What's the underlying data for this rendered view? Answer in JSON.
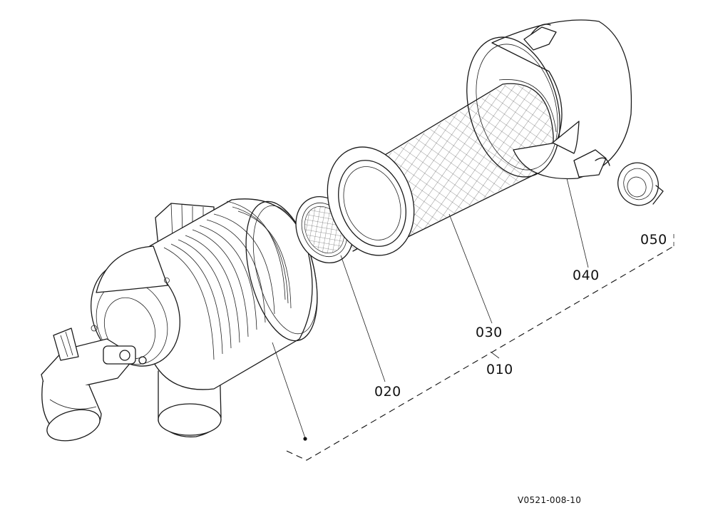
{
  "diagram": {
    "callouts": [
      {
        "id": "050",
        "label": "050"
      },
      {
        "id": "040",
        "label": "040"
      },
      {
        "id": "030",
        "label": "030"
      },
      {
        "id": "010",
        "label": "010"
      },
      {
        "id": "020",
        "label": "020"
      }
    ],
    "drawing_code": "V0521-008-10",
    "colors": {
      "line": "#1a1a1a",
      "background": "#ffffff"
    }
  }
}
